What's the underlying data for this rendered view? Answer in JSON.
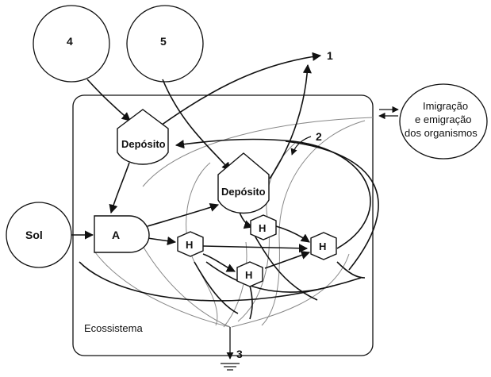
{
  "labels": {
    "sun": "Sol",
    "source_4": "4",
    "source_5": "5",
    "marker_1": "1",
    "marker_2": "2",
    "marker_3": "3",
    "storage_a": "Depósito",
    "storage_b": "Depósito",
    "autotroph": "A",
    "heterotroph": "H",
    "ecosystem": "Ecossistema",
    "migration_lines": [
      "Imigração",
      "e emigração",
      "dos organismos"
    ]
  },
  "colors": {
    "stroke": "#111111",
    "thin_flow": "#888888",
    "background": "#ffffff"
  }
}
